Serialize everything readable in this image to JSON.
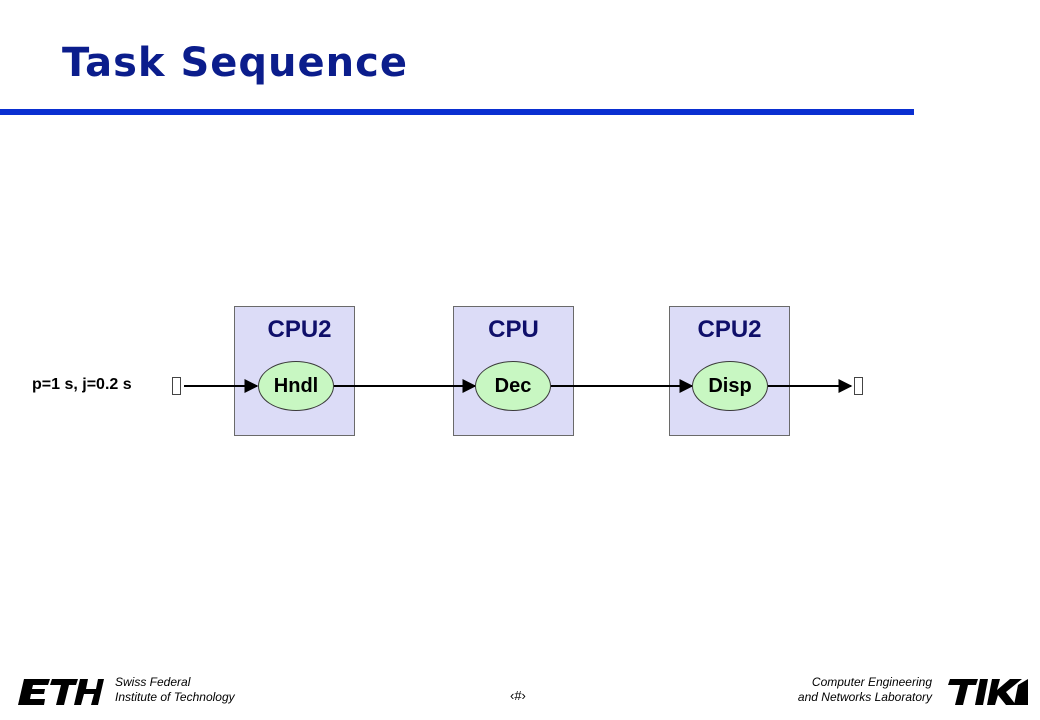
{
  "slide": {
    "title": "Task Sequence"
  },
  "stream": {
    "label": "p=1 s, j=0.2 s"
  },
  "resources": [
    {
      "label": "CPU2",
      "task": "Hndl"
    },
    {
      "label": "CPU",
      "task": "Dec"
    },
    {
      "label": "CPU2",
      "task": "Disp"
    }
  ],
  "footer": {
    "left_line1": "Swiss Federal",
    "left_line2": "Institute of Technology",
    "left_logo": "ETH",
    "page_number": "‹#›",
    "right_line1": "Computer Engineering",
    "right_line2": "and Networks Laboratory",
    "right_logo": "TIK"
  },
  "colors": {
    "title": "#0b1d8c",
    "rule": "#0a2fd1",
    "cpu_box": "#dcdcf7",
    "task": "#c8f7c2"
  }
}
